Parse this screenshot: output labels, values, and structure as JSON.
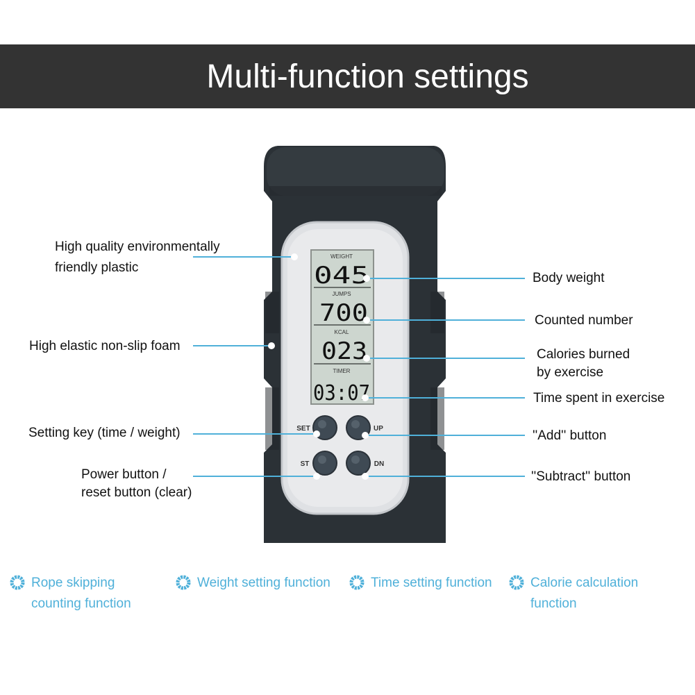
{
  "banner": {
    "title": "Multi-function settings"
  },
  "display": {
    "rows": [
      {
        "label": "WEIGHT",
        "value": "045"
      },
      {
        "label": "JUMPS",
        "value": "700"
      },
      {
        "label": "KCAL",
        "value": "023"
      },
      {
        "label": "TIMER",
        "value": "03:07"
      }
    ]
  },
  "buttons": {
    "set": "SET",
    "up": "UP",
    "st": "ST",
    "dn": "DN"
  },
  "callouts": {
    "plastic": [
      "High quality environmentally",
      "friendly plastic"
    ],
    "foam": "High elastic non-slip foam",
    "setting_key": "Setting key (time / weight)",
    "power": [
      "Power button /",
      "reset button (clear)"
    ],
    "body_weight": "Body weight",
    "counted_number": "Counted number",
    "calories": [
      "Calories burned",
      "by exercise"
    ],
    "time_spent": "Time spent in exercise",
    "add": "''Add'' button",
    "subtract": "''Subtract'' button"
  },
  "features": [
    {
      "lines": [
        "Rope skipping",
        "counting function"
      ]
    },
    {
      "lines": [
        "Weight setting function"
      ]
    },
    {
      "lines": [
        "Time setting function"
      ]
    },
    {
      "lines": [
        "Calorie calculation",
        "function"
      ]
    }
  ],
  "colors": {
    "banner": "#333333",
    "accent": "#4fb0d9",
    "foam": "#2b3136",
    "lcd": "#cdd6cf"
  }
}
